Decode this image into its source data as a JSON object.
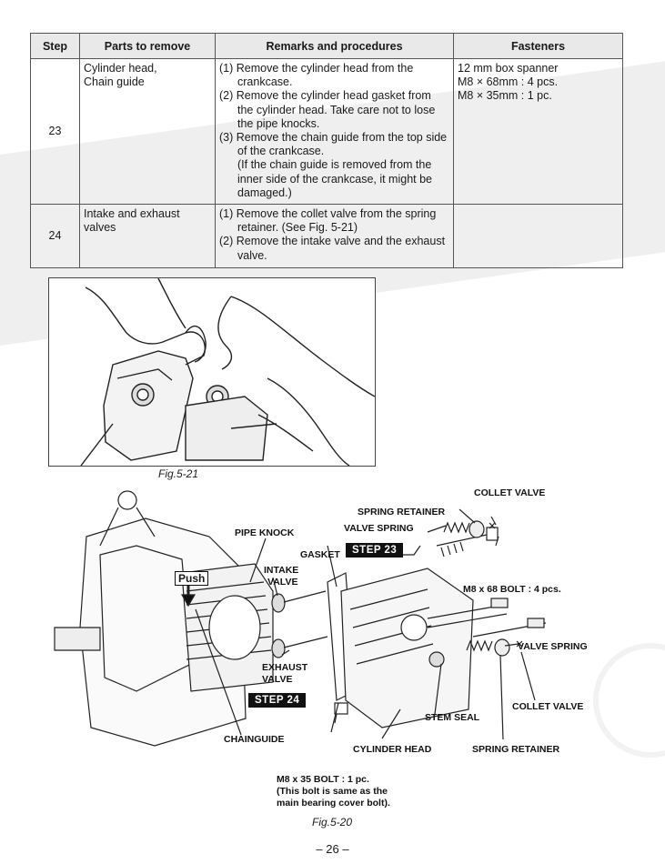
{
  "table": {
    "headers": [
      "Step",
      "Parts to remove",
      "Remarks and procedures",
      "Fasteners"
    ],
    "rows": [
      {
        "step": "23",
        "parts": [
          "Cylinder head,",
          "Chain guide"
        ],
        "procedures": [
          "(1) Remove the cylinder head from the crankcase.",
          "(2) Remove the cylinder head gasket from the cylinder head. Take care not to lose the pipe knocks.",
          "(3) Remove the chain guide from the top side of the crankcase."
        ],
        "note": "(If the chain guide is removed from the inner side of the crankcase, it might be damaged.)",
        "fasteners": [
          "12 mm box spanner",
          "M8 × 68mm : 4 pcs.",
          "M8 × 35mm : 1 pc."
        ]
      },
      {
        "step": "24",
        "parts": [
          "Intake and exhaust",
          "valves"
        ],
        "procedures": [
          "(1) Remove the collet valve from the spring retainer. (See Fig. 5-21)",
          "(2) Remove the intake valve and the exhaust valve."
        ],
        "fasteners": []
      }
    ]
  },
  "figures": {
    "fig21_caption": "Fig.5-21",
    "fig20_caption": "Fig.5-20"
  },
  "labels": {
    "collet_valve_top": "COLLET VALVE",
    "spring_retainer_top": "SPRING RETAINER",
    "valve_spring_top": "VALVE SPRING",
    "pipe_knock": "PIPE KNOCK",
    "gasket": "GASKET",
    "step23": "STEP 23",
    "push": "Push",
    "intake_1": "INTAKE",
    "intake_2": "VALVE",
    "m8x68": "M8 x 68 BOLT : 4 pcs.",
    "exhaust_1": "EXHAUST",
    "exhaust_2": "VALVE",
    "valve_spring_right": "VALVE SPRING",
    "step24": "STEP 24",
    "collet_valve_right": "COLLET VALVE",
    "stem_seal": "STEM SEAL",
    "chainguide": "CHAINGUIDE",
    "cylinder_head": "CYLINDER HEAD",
    "spring_retainer_bottom": "SPRING RETAINER",
    "m8x35_1": "M8 x 35 BOLT : 1 pc.",
    "m8x35_2": "(This bolt is same as the",
    "m8x35_3": "main bearing cover bolt)."
  },
  "page_number": "– 26 –"
}
